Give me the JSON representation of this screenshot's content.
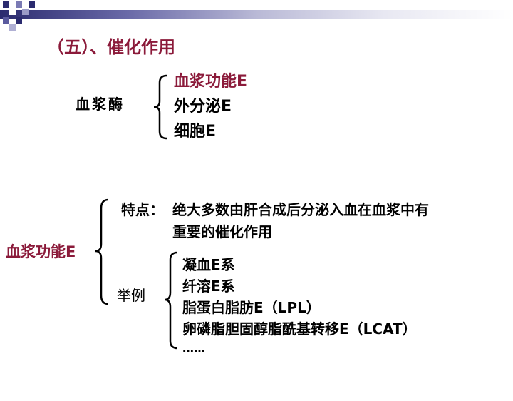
{
  "title": "（五）、催化作用",
  "section1": {
    "label": "血浆酶",
    "items": [
      "血浆功能E",
      "外分泌E",
      "细胞E"
    ]
  },
  "section2": {
    "label": "血浆功能E",
    "feature_label": "特点：",
    "feature_text_line1": "绝大多数由肝合成后分泌入血在血浆中有",
    "feature_text_line2": "重要的催化作用",
    "example_label": "举例",
    "examples": [
      "凝血E系",
      "纤溶E系",
      "脂蛋白脂肪E（LPL）",
      "卵磷脂胆固醇脂酰基转移E（LCAT）",
      "……"
    ]
  },
  "colors": {
    "accent": "#8b1a3a",
    "text": "#000000",
    "bar_dark": "#2b2b6f"
  }
}
